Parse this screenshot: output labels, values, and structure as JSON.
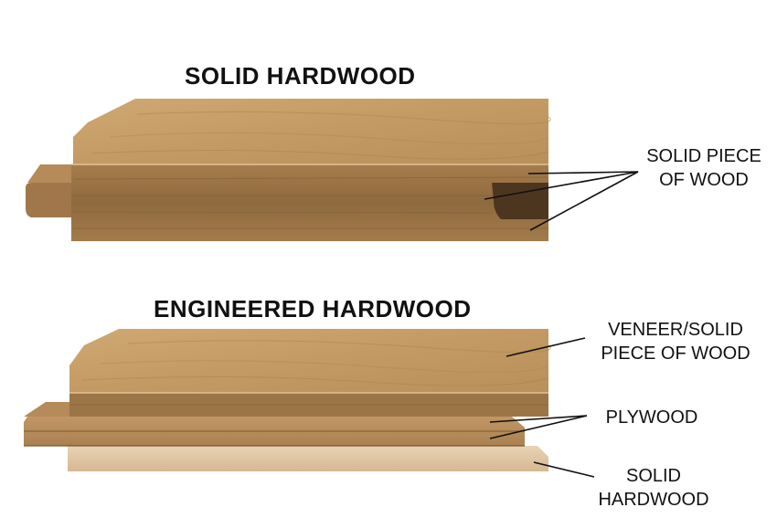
{
  "titles": {
    "solid": "SOLID HARDWOOD",
    "engineered": "ENGINEERED HARDWOOD"
  },
  "labels": {
    "solid_piece_line1": "SOLID PIECE",
    "solid_piece_line2": "OF WOOD",
    "veneer_line1": "VENEER/SOLID",
    "veneer_line2": "PIECE OF WOOD",
    "plywood": "PLYWOOD",
    "solid_hardwood_line1": "SOLID",
    "solid_hardwood_line2": "HARDWOOD"
  },
  "colors": {
    "oak_top": "#c9a26c",
    "oak_edge": "#9c7547",
    "oak_dark": "#7d5a34",
    "ply_light": "#b88d5c",
    "base_light": "#e2c9a6",
    "line": "#111111"
  }
}
